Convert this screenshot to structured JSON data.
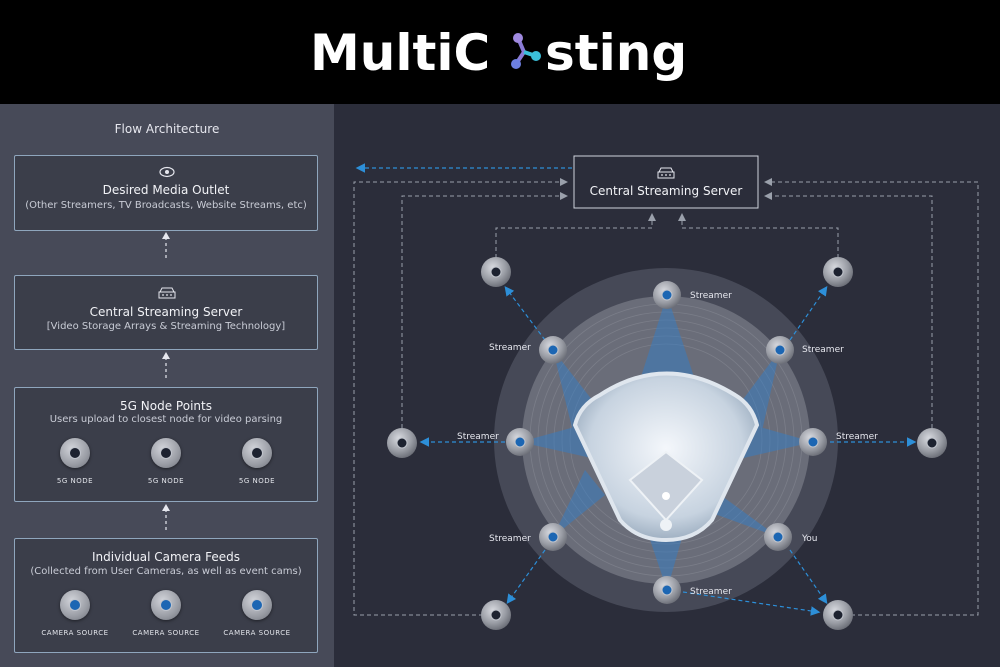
{
  "header": {
    "logo_text": "MultiCasting",
    "logo_colors": [
      "#ffffff",
      "#8a7bd6",
      "#3bbfd9"
    ]
  },
  "flow": {
    "title": "Flow Architecture",
    "outlet": {
      "icon": "eye-icon",
      "title": "Desired Media Outlet",
      "subtitle": "(Other Streamers, TV Broadcasts, Website Streams, etc)"
    },
    "server": {
      "icon": "server-icon",
      "title": "Central Streaming Server",
      "subtitle": "[Video Storage Arrays & Streaming Technology]"
    },
    "nodes": {
      "title": "5G Node Points",
      "subtitle": "Users upload to closest node for video parsing",
      "items": [
        "5G NODE",
        "5G NODE",
        "5G NODE"
      ]
    },
    "cameras": {
      "title": "Individual Camera Feeds",
      "subtitle": "(Collected from User Cameras, as well as event cams)",
      "items": [
        "CAMERA SOURCE",
        "CAMERA SOURCE",
        "CAMERA SOURCE"
      ]
    }
  },
  "diagram": {
    "server_label": "Central Streaming Server",
    "server_icon": "server-icon",
    "streamer_label": "Streamer",
    "you_label": "You",
    "accent_color": "#2d8fd8"
  }
}
